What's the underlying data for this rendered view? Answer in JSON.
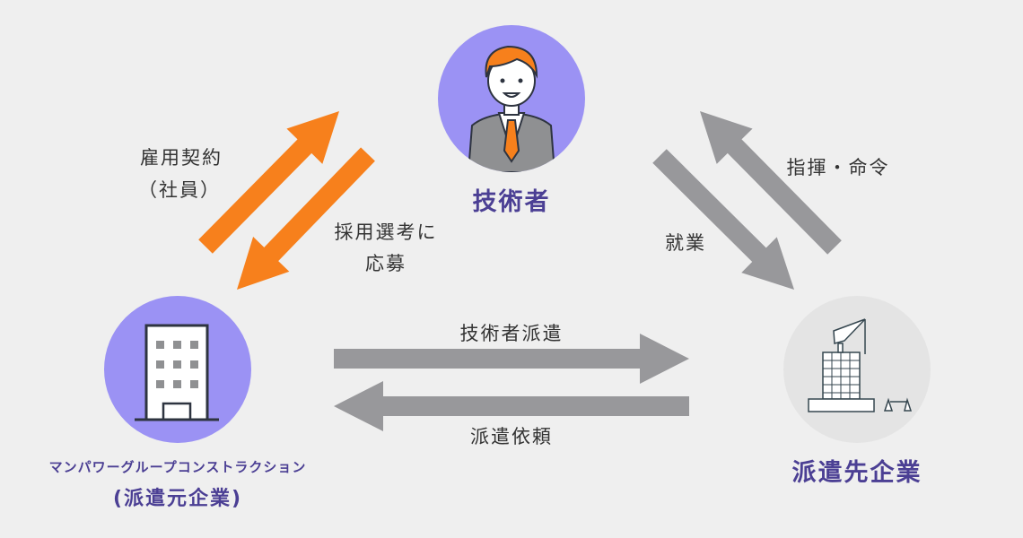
{
  "nodes": {
    "engineer": {
      "label": "技術者",
      "icon": "engineer-avatar-icon"
    },
    "dispatcher": {
      "name": "マンパワーグループコンストラクション",
      "role": "(派遣元企業)",
      "icon": "office-building-icon"
    },
    "client": {
      "label": "派遣先企業",
      "icon": "construction-site-icon"
    }
  },
  "edges": {
    "employment_contract": {
      "line1": "雇用契約",
      "line2": "（社員）"
    },
    "apply": {
      "line1": "採用選考に",
      "line2": "応募"
    },
    "work": {
      "label": "就業"
    },
    "command": {
      "label": "指揮・命令"
    },
    "dispatch": {
      "label": "技術者派遣"
    },
    "request": {
      "label": "派遣依頼"
    }
  },
  "colors": {
    "accent_orange": "#f7801c",
    "arrow_gray": "#98989b",
    "circle_purple": "#9b92f4",
    "circle_gray": "#e4e4e4",
    "text_purple": "#4b3f94",
    "background": "#efefef"
  }
}
